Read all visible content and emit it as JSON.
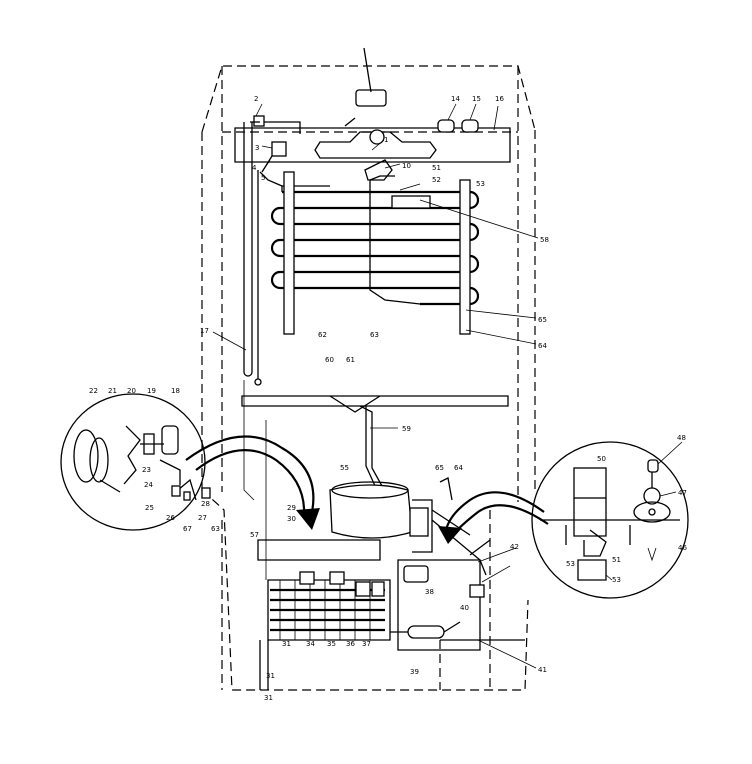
{
  "callouts": [
    {
      "id": "c2",
      "text": "2"
    },
    {
      "id": "c3",
      "text": "3"
    },
    {
      "id": "c4",
      "text": "4"
    },
    {
      "id": "c5",
      "text": "5"
    },
    {
      "id": "c1",
      "text": "1"
    },
    {
      "id": "c10",
      "text": "10"
    },
    {
      "id": "c14",
      "text": "14"
    },
    {
      "id": "c15",
      "text": "15"
    },
    {
      "id": "c16",
      "text": "16"
    },
    {
      "id": "c51",
      "text": "51"
    },
    {
      "id": "c52",
      "text": "52"
    },
    {
      "id": "c53",
      "text": "53"
    },
    {
      "id": "c58",
      "text": "58"
    },
    {
      "id": "c62",
      "text": "62"
    },
    {
      "id": "c63",
      "text": "63"
    },
    {
      "id": "c65",
      "text": "65"
    },
    {
      "id": "c64r",
      "text": "64"
    },
    {
      "id": "c17",
      "text": "17"
    },
    {
      "id": "c60",
      "text": "60"
    },
    {
      "id": "c61",
      "text": "61"
    },
    {
      "id": "c59",
      "text": "59"
    },
    {
      "id": "c22",
      "text": "22"
    },
    {
      "id": "c21",
      "text": "21"
    },
    {
      "id": "c20",
      "text": "20"
    },
    {
      "id": "c19",
      "text": "19"
    },
    {
      "id": "c18",
      "text": "18"
    },
    {
      "id": "c23",
      "text": "23"
    },
    {
      "id": "c24",
      "text": "24"
    },
    {
      "id": "c25",
      "text": "25"
    },
    {
      "id": "c26",
      "text": "26"
    },
    {
      "id": "c27",
      "text": "27"
    },
    {
      "id": "c28",
      "text": "28"
    },
    {
      "id": "c67",
      "text": "67"
    },
    {
      "id": "c63b",
      "text": "63"
    },
    {
      "id": "c55",
      "text": "55"
    },
    {
      "id": "c65b",
      "text": "65"
    },
    {
      "id": "c64b",
      "text": "64"
    },
    {
      "id": "c57",
      "text": "57"
    },
    {
      "id": "c29",
      "text": "29"
    },
    {
      "id": "c30",
      "text": "30"
    },
    {
      "id": "c42",
      "text": "42"
    },
    {
      "id": "c38",
      "text": "38"
    },
    {
      "id": "c40",
      "text": "40"
    },
    {
      "id": "c31a",
      "text": "31"
    },
    {
      "id": "c34",
      "text": "34"
    },
    {
      "id": "c35",
      "text": "35"
    },
    {
      "id": "c36",
      "text": "36"
    },
    {
      "id": "c37",
      "text": "37"
    },
    {
      "id": "c31b",
      "text": "31"
    },
    {
      "id": "c31c",
      "text": "31"
    },
    {
      "id": "c39",
      "text": "39"
    },
    {
      "id": "c41",
      "text": "41"
    },
    {
      "id": "c48",
      "text": "48"
    },
    {
      "id": "c50",
      "text": "50"
    },
    {
      "id": "c47",
      "text": "47"
    },
    {
      "id": "c46",
      "text": "46"
    },
    {
      "id": "c53b",
      "text": "53"
    },
    {
      "id": "c51b",
      "text": "51"
    },
    {
      "id": "c53c",
      "text": "53"
    }
  ]
}
